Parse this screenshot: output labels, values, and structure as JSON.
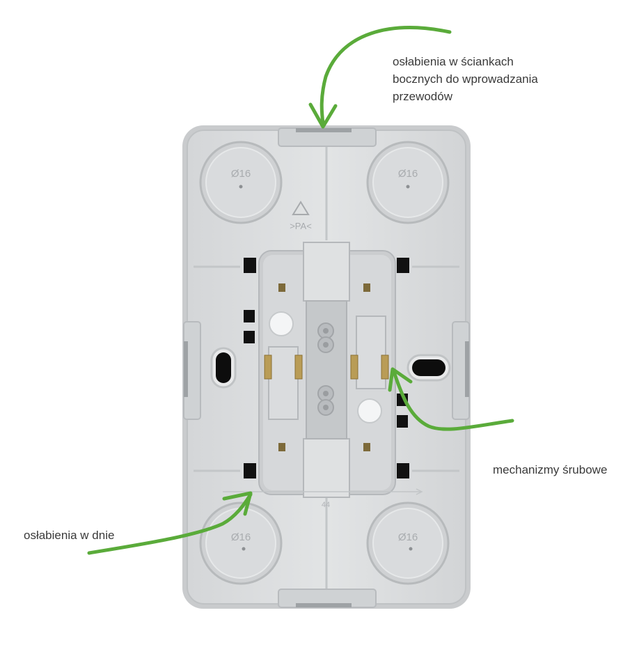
{
  "callouts": {
    "side_walls": {
      "line1": "osłabienia w ściankach",
      "line2": "bocznych do wprowadzania",
      "line3": "przewodów"
    },
    "screw_mechanisms": "mechanizmy śrubowe",
    "bottom_knockouts": "osłabienia w dnie"
  },
  "part": {
    "knockout_label": "Ø16",
    "material_code": ">PA<",
    "recycle_symbol": "recycle-triangle",
    "dimension_label": "44"
  },
  "colors": {
    "arrow_green": "#5aab3a",
    "housing_gray": "#dcdedf",
    "housing_edge": "#c4c7c9",
    "text": "#3a3a3a"
  }
}
